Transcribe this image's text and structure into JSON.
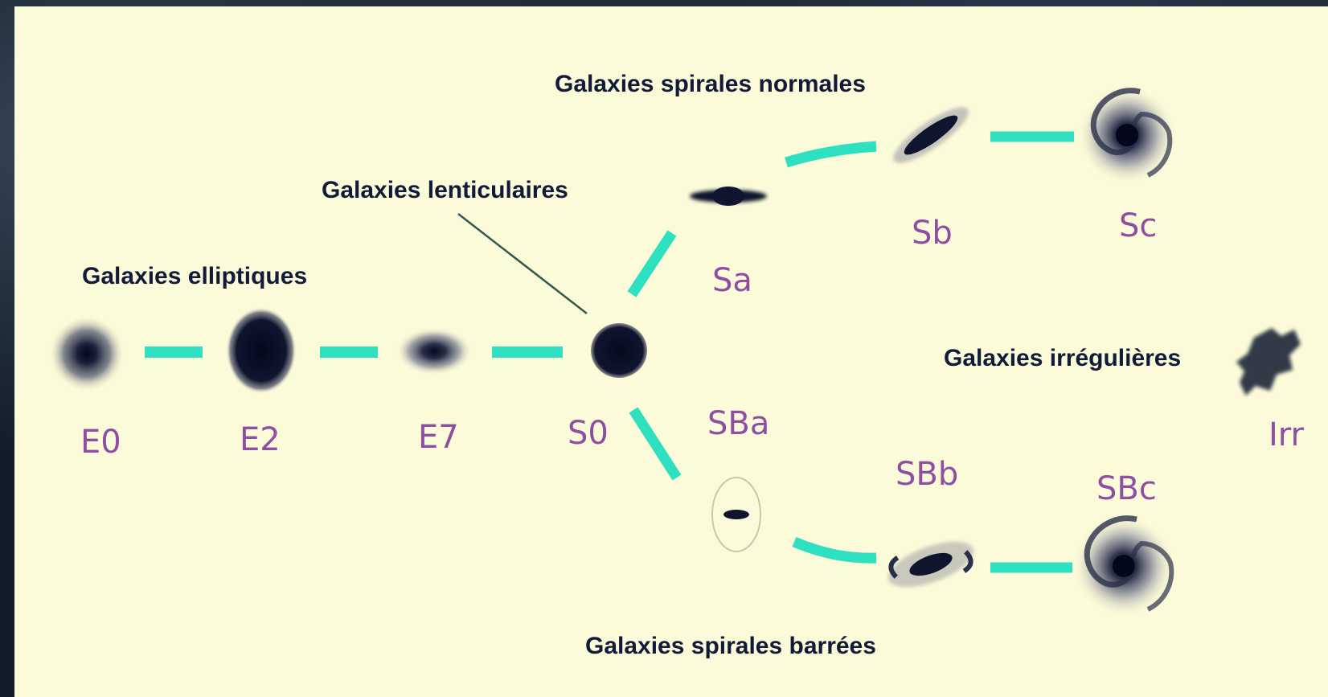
{
  "groups": {
    "elliptical": "Galaxies elliptiques",
    "lenticular": "Galaxies lenticulaires",
    "spiral_normal": "Galaxies spirales normales",
    "spiral_barred": "Galaxies spirales barrées",
    "irregular": "Galaxies irrégulières"
  },
  "types": {
    "e0": "E0",
    "e2": "E2",
    "e7": "E7",
    "s0": "S0",
    "sa": "Sa",
    "sb": "Sb",
    "sc": "Sc",
    "sba": "SBa",
    "sbb": "SBb",
    "sbc": "SBc",
    "irr": "Irr"
  },
  "colors": {
    "panel": "#fcfbd9",
    "connector": "#2ee0c0",
    "galaxy": "#10142e",
    "heading": "#121a3a",
    "type_label": "#8e4fa3",
    "pointer": "#2f5a4a"
  }
}
